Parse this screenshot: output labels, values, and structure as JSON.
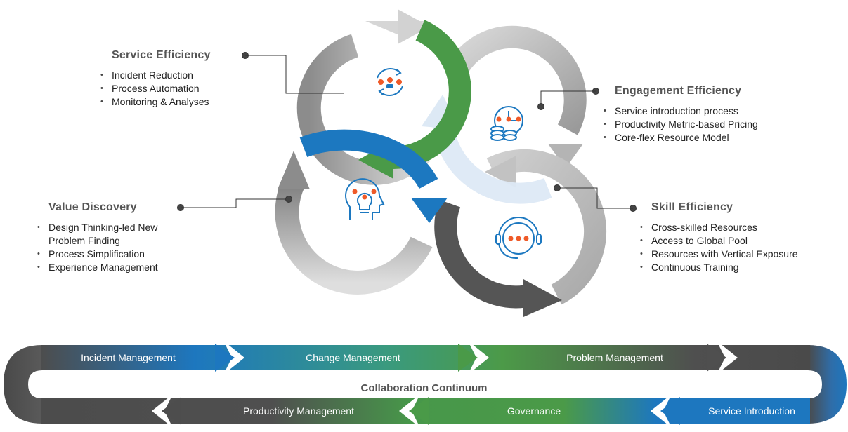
{
  "blocks": {
    "service_efficiency": {
      "title": "Service Efficiency",
      "items": [
        "Incident Reduction",
        "Process Automation",
        "Monitoring & Analyses"
      ]
    },
    "engagement_efficiency": {
      "title": "Engagement Efficiency",
      "items": [
        "Service introduction process",
        "Productivity Metric-based Pricing",
        "Core-flex Resource Model"
      ]
    },
    "value_discovery": {
      "title": "Value Discovery",
      "items": [
        "Design Thinking-led New",
        "Problem Finding",
        "Process Simplification",
        "Experience Management"
      ]
    },
    "skill_efficiency": {
      "title": "Skill Efficiency",
      "items": [
        "Cross-skilled Resources",
        "Access to Global Pool",
        "Resources with Vertical Exposure",
        "Continuous Training"
      ]
    }
  },
  "continuum": {
    "title": "Collaboration Continuum",
    "top_row": [
      "Incident Management",
      "Change Management",
      "Problem Management"
    ],
    "bottom_row": [
      "Productivity Management",
      "Governance",
      "Service Introduction"
    ]
  },
  "colors": {
    "gray_light": "#c9c9c9",
    "gray_mid": "#8a8a8a",
    "gray_dark": "#4a4a4a",
    "blue": "#1c78c0",
    "green": "#4a9a48",
    "pale_blue": "#dfeaf6",
    "orange_dot": "#ef5a28"
  },
  "icons": [
    "people-cycle-icon",
    "coins-clock-icon",
    "head-bulb-icon",
    "headset-agent-icon"
  ]
}
